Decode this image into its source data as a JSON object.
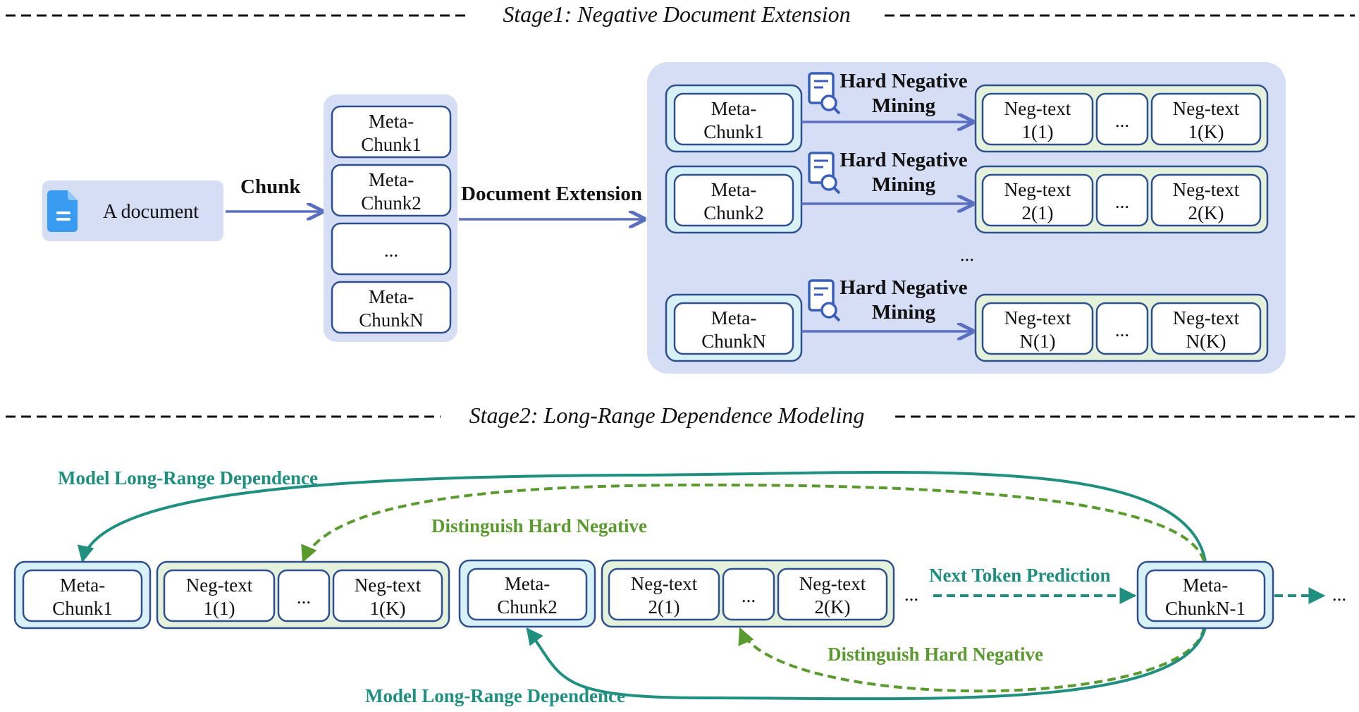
{
  "stage1": {
    "title": "Stage1: Negative Document Extension",
    "document_label": "A document",
    "document_icon": "document-icon",
    "chunk_label": "Chunk",
    "meta_chunks": [
      [
        "Meta-",
        "Chunk1"
      ],
      [
        "Meta-",
        "Chunk2"
      ],
      [
        "..."
      ],
      [
        "Meta-",
        "ChunkN"
      ]
    ],
    "document_extension_label": "Document Extension",
    "rows": [
      {
        "meta": [
          "Meta-",
          "Chunk1"
        ],
        "mining": [
          "Hard Negative",
          "Mining"
        ],
        "neg_first": [
          "Neg-text",
          "1(1)"
        ],
        "ellipsis": "...",
        "neg_last": [
          "Neg-text",
          "1(K)"
        ]
      },
      {
        "meta": [
          "Meta-",
          "Chunk2"
        ],
        "mining": [
          "Hard Negative",
          "Mining"
        ],
        "neg_first": [
          "Neg-text",
          "2(1)"
        ],
        "ellipsis": "...",
        "neg_last": [
          "Neg-text",
          "2(K)"
        ]
      },
      {
        "meta": [
          "Meta-",
          "ChunkN"
        ],
        "mining": [
          "Hard Negative",
          "Mining"
        ],
        "neg_first": [
          "Neg-text",
          "N(1)"
        ],
        "ellipsis": "...",
        "neg_last": [
          "Neg-text",
          "N(K)"
        ]
      }
    ],
    "rows_ellipsis": "...",
    "mining_icon": "search-document-icon"
  },
  "stage2": {
    "title": "Stage2: Long-Range Dependence Modeling",
    "meta1": [
      "Meta-",
      "Chunk1"
    ],
    "neg1_first": [
      "Neg-text",
      "1(1)"
    ],
    "neg1_ellipsis": "...",
    "neg1_last": [
      "Neg-text",
      "1(K)"
    ],
    "meta2": [
      "Meta-",
      "Chunk2"
    ],
    "neg2_first": [
      "Neg-text",
      "2(1)"
    ],
    "neg2_ellipsis": "...",
    "neg2_last": [
      "Neg-text",
      "2(K)"
    ],
    "sequence_ellipsis": "...",
    "next_token_label": "Next Token Prediction",
    "meta_n1": [
      "Meta-",
      "ChunkN-1"
    ],
    "trailing_ellipsis": "...",
    "long_range_top": "Model Long-Range Dependence",
    "hard_negative_top": "Distinguish Hard Negative",
    "hard_negative_bottom": "Distinguish Hard Negative",
    "long_range_bottom": "Model Long-Range Dependence"
  },
  "colors": {
    "arrow_blue": "#5b6fc0",
    "teal": "#1f8f80",
    "green": "#5a9a2e",
    "panel_bg": "#d5def5",
    "box_border": "#2f4f8f",
    "meta_fill": "#d7f1f7",
    "neg_group_fill": "#e4f2dc"
  }
}
